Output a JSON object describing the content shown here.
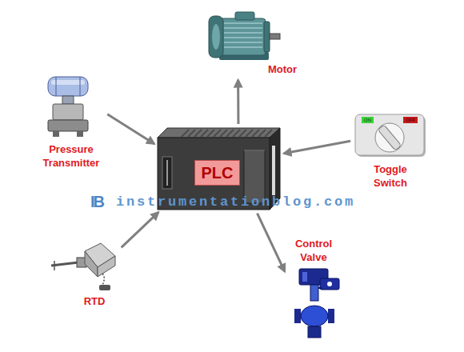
{
  "diagram": {
    "nodes": [
      {
        "text": [
          "Motor"
        ]
      },
      {
        "text": [
          "Pressure Transmitter"
        ]
      },
      {
        "text": [
          "Toggle Switch"
        ]
      },
      {
        "text": [
          "PLC"
        ]
      },
      {
        "text": [
          "RTD"
        ]
      },
      {
        "text": [
          "Control Valve"
        ]
      }
    ],
    "edges": [
      {
        "from": 1,
        "to": 3,
        "arrow": "to"
      },
      {
        "from": 2,
        "to": 3,
        "arrow": "to"
      },
      {
        "from": 4,
        "to": 3,
        "arrow": "to"
      },
      {
        "from": 3,
        "to": 0,
        "arrow": "to"
      },
      {
        "from": 3,
        "to": 5,
        "arrow": "to"
      }
    ],
    "labels": [
      "instrumentationblog.com",
      "IB",
      "ON",
      "OFF"
    ]
  }
}
